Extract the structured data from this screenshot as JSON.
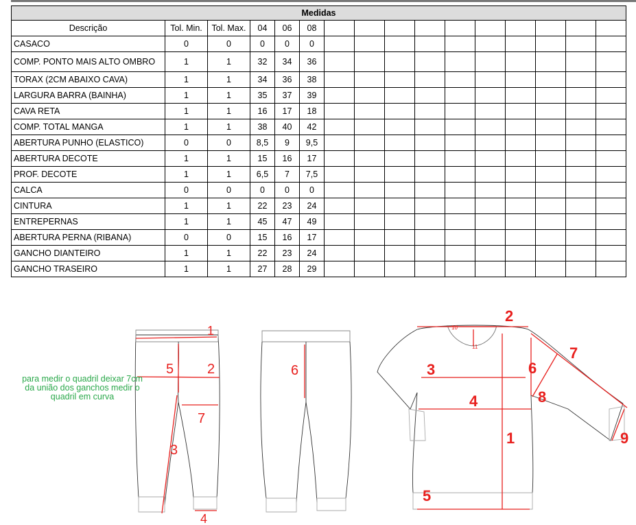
{
  "table": {
    "group_title": "Medidas",
    "columns": [
      "Descrição",
      "Tol. Min.",
      "Tol. Max.",
      "04",
      "06",
      "08"
    ],
    "empty_columns": 10,
    "rows": [
      {
        "desc": "CASACO",
        "tmin": "0",
        "tmax": "0",
        "s04": "0",
        "s06": "0",
        "s08": "0"
      },
      {
        "desc": "COMP. PONTO MAIS ALTO OMBRO",
        "tmin": "1",
        "tmax": "1",
        "s04": "32",
        "s06": "34",
        "s08": "36"
      },
      {
        "desc": "TORAX (2CM ABAIXO CAVA)",
        "tmin": "1",
        "tmax": "1",
        "s04": "34",
        "s06": "36",
        "s08": "38"
      },
      {
        "desc": "LARGURA BARRA (BAINHA)",
        "tmin": "1",
        "tmax": "1",
        "s04": "35",
        "s06": "37",
        "s08": "39"
      },
      {
        "desc": "CAVA RETA",
        "tmin": "1",
        "tmax": "1",
        "s04": "16",
        "s06": "17",
        "s08": "18"
      },
      {
        "desc": "COMP. TOTAL MANGA",
        "tmin": "1",
        "tmax": "1",
        "s04": "38",
        "s06": "40",
        "s08": "42"
      },
      {
        "desc": "ABERTURA PUNHO (ELASTICO)",
        "tmin": "0",
        "tmax": "0",
        "s04": "8,5",
        "s06": "9",
        "s08": "9,5"
      },
      {
        "desc": "ABERTURA DECOTE",
        "tmin": "1",
        "tmax": "1",
        "s04": "15",
        "s06": "16",
        "s08": "17"
      },
      {
        "desc": "PROF. DECOTE",
        "tmin": "1",
        "tmax": "1",
        "s04": "6,5",
        "s06": "7",
        "s08": "7,5"
      },
      {
        "desc": "CALCA",
        "tmin": "0",
        "tmax": "0",
        "s04": "0",
        "s06": "0",
        "s08": "0"
      },
      {
        "desc": "CINTURA",
        "tmin": "1",
        "tmax": "1",
        "s04": "22",
        "s06": "23",
        "s08": "24"
      },
      {
        "desc": "ENTREPERNAS",
        "tmin": "1",
        "tmax": "1",
        "s04": "45",
        "s06": "47",
        "s08": "49"
      },
      {
        "desc": "ABERTURA PERNA (RIBANA)",
        "tmin": "0",
        "tmax": "0",
        "s04": "15",
        "s06": "16",
        "s08": "17"
      },
      {
        "desc": "GANCHO DIANTEIRO",
        "tmin": "1",
        "tmax": "1",
        "s04": "22",
        "s06": "23",
        "s08": "24"
      },
      {
        "desc": "GANCHO TRASEIRO",
        "tmin": "1",
        "tmax": "1",
        "s04": "27",
        "s06": "28",
        "s08": "29"
      }
    ]
  },
  "pants_front": {
    "labels": [
      "1",
      "2",
      "3",
      "4",
      "5",
      "7"
    ],
    "note": "para medir o quadril deixar 7cm da união dos ganchos medir o quadril em curva"
  },
  "pants_back": {
    "labels": [
      "6"
    ]
  },
  "jacket": {
    "labels": [
      "1",
      "2",
      "3",
      "4",
      "5",
      "6",
      "7",
      "8",
      "9",
      "10",
      "11"
    ]
  },
  "colors": {
    "annotation": "#e8201e",
    "note": "#2aa84a",
    "header_bg": "#dcdcdc",
    "line": "#000000"
  }
}
